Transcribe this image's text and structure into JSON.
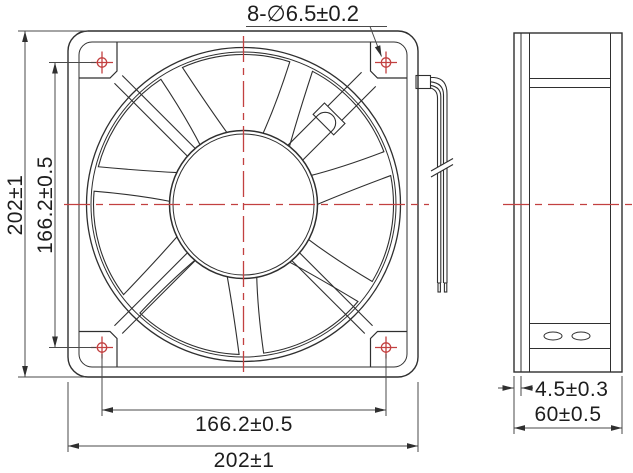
{
  "labels": {
    "holes_spec": "8-∅6.5±0.2",
    "height_outer": "202±1",
    "height_holes": "166.2±0.5",
    "width_holes": "166.2±0.5",
    "width_outer": "202±1",
    "flange_thickness": "4.5±0.3",
    "depth": "60±0.5"
  },
  "colors": {
    "object_line": "#2f2f2f",
    "dimension_line": "#4a4a4a",
    "centerline_red": "#c24040",
    "background": "#ffffff"
  }
}
